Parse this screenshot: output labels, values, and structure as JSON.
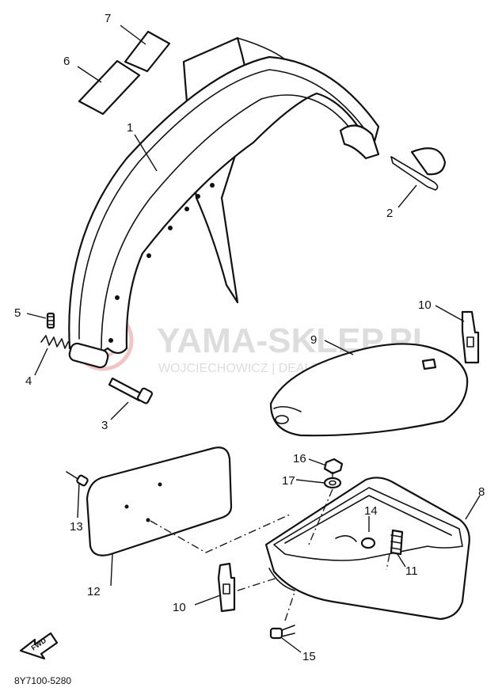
{
  "watermark": {
    "brand": "YAMA-SKLEP.PL",
    "dealer": "WOJCIECHOWICZ | DEALER YAMAHA",
    "color": "#d8d8d8",
    "logo_color": "#f2c4c4"
  },
  "diagram_code": "8Y7100-5280",
  "fwd_label": "FWD",
  "callouts": {
    "c1": "1",
    "c2": "2",
    "c3": "3",
    "c4": "4",
    "c5": "5",
    "c6": "6",
    "c7": "7",
    "c8": "8",
    "c9": "9",
    "c10a": "10",
    "c10b": "10",
    "c11": "11",
    "c12": "12",
    "c13": "13",
    "c14": "14",
    "c15": "15",
    "c16": "16",
    "c17": "17"
  }
}
